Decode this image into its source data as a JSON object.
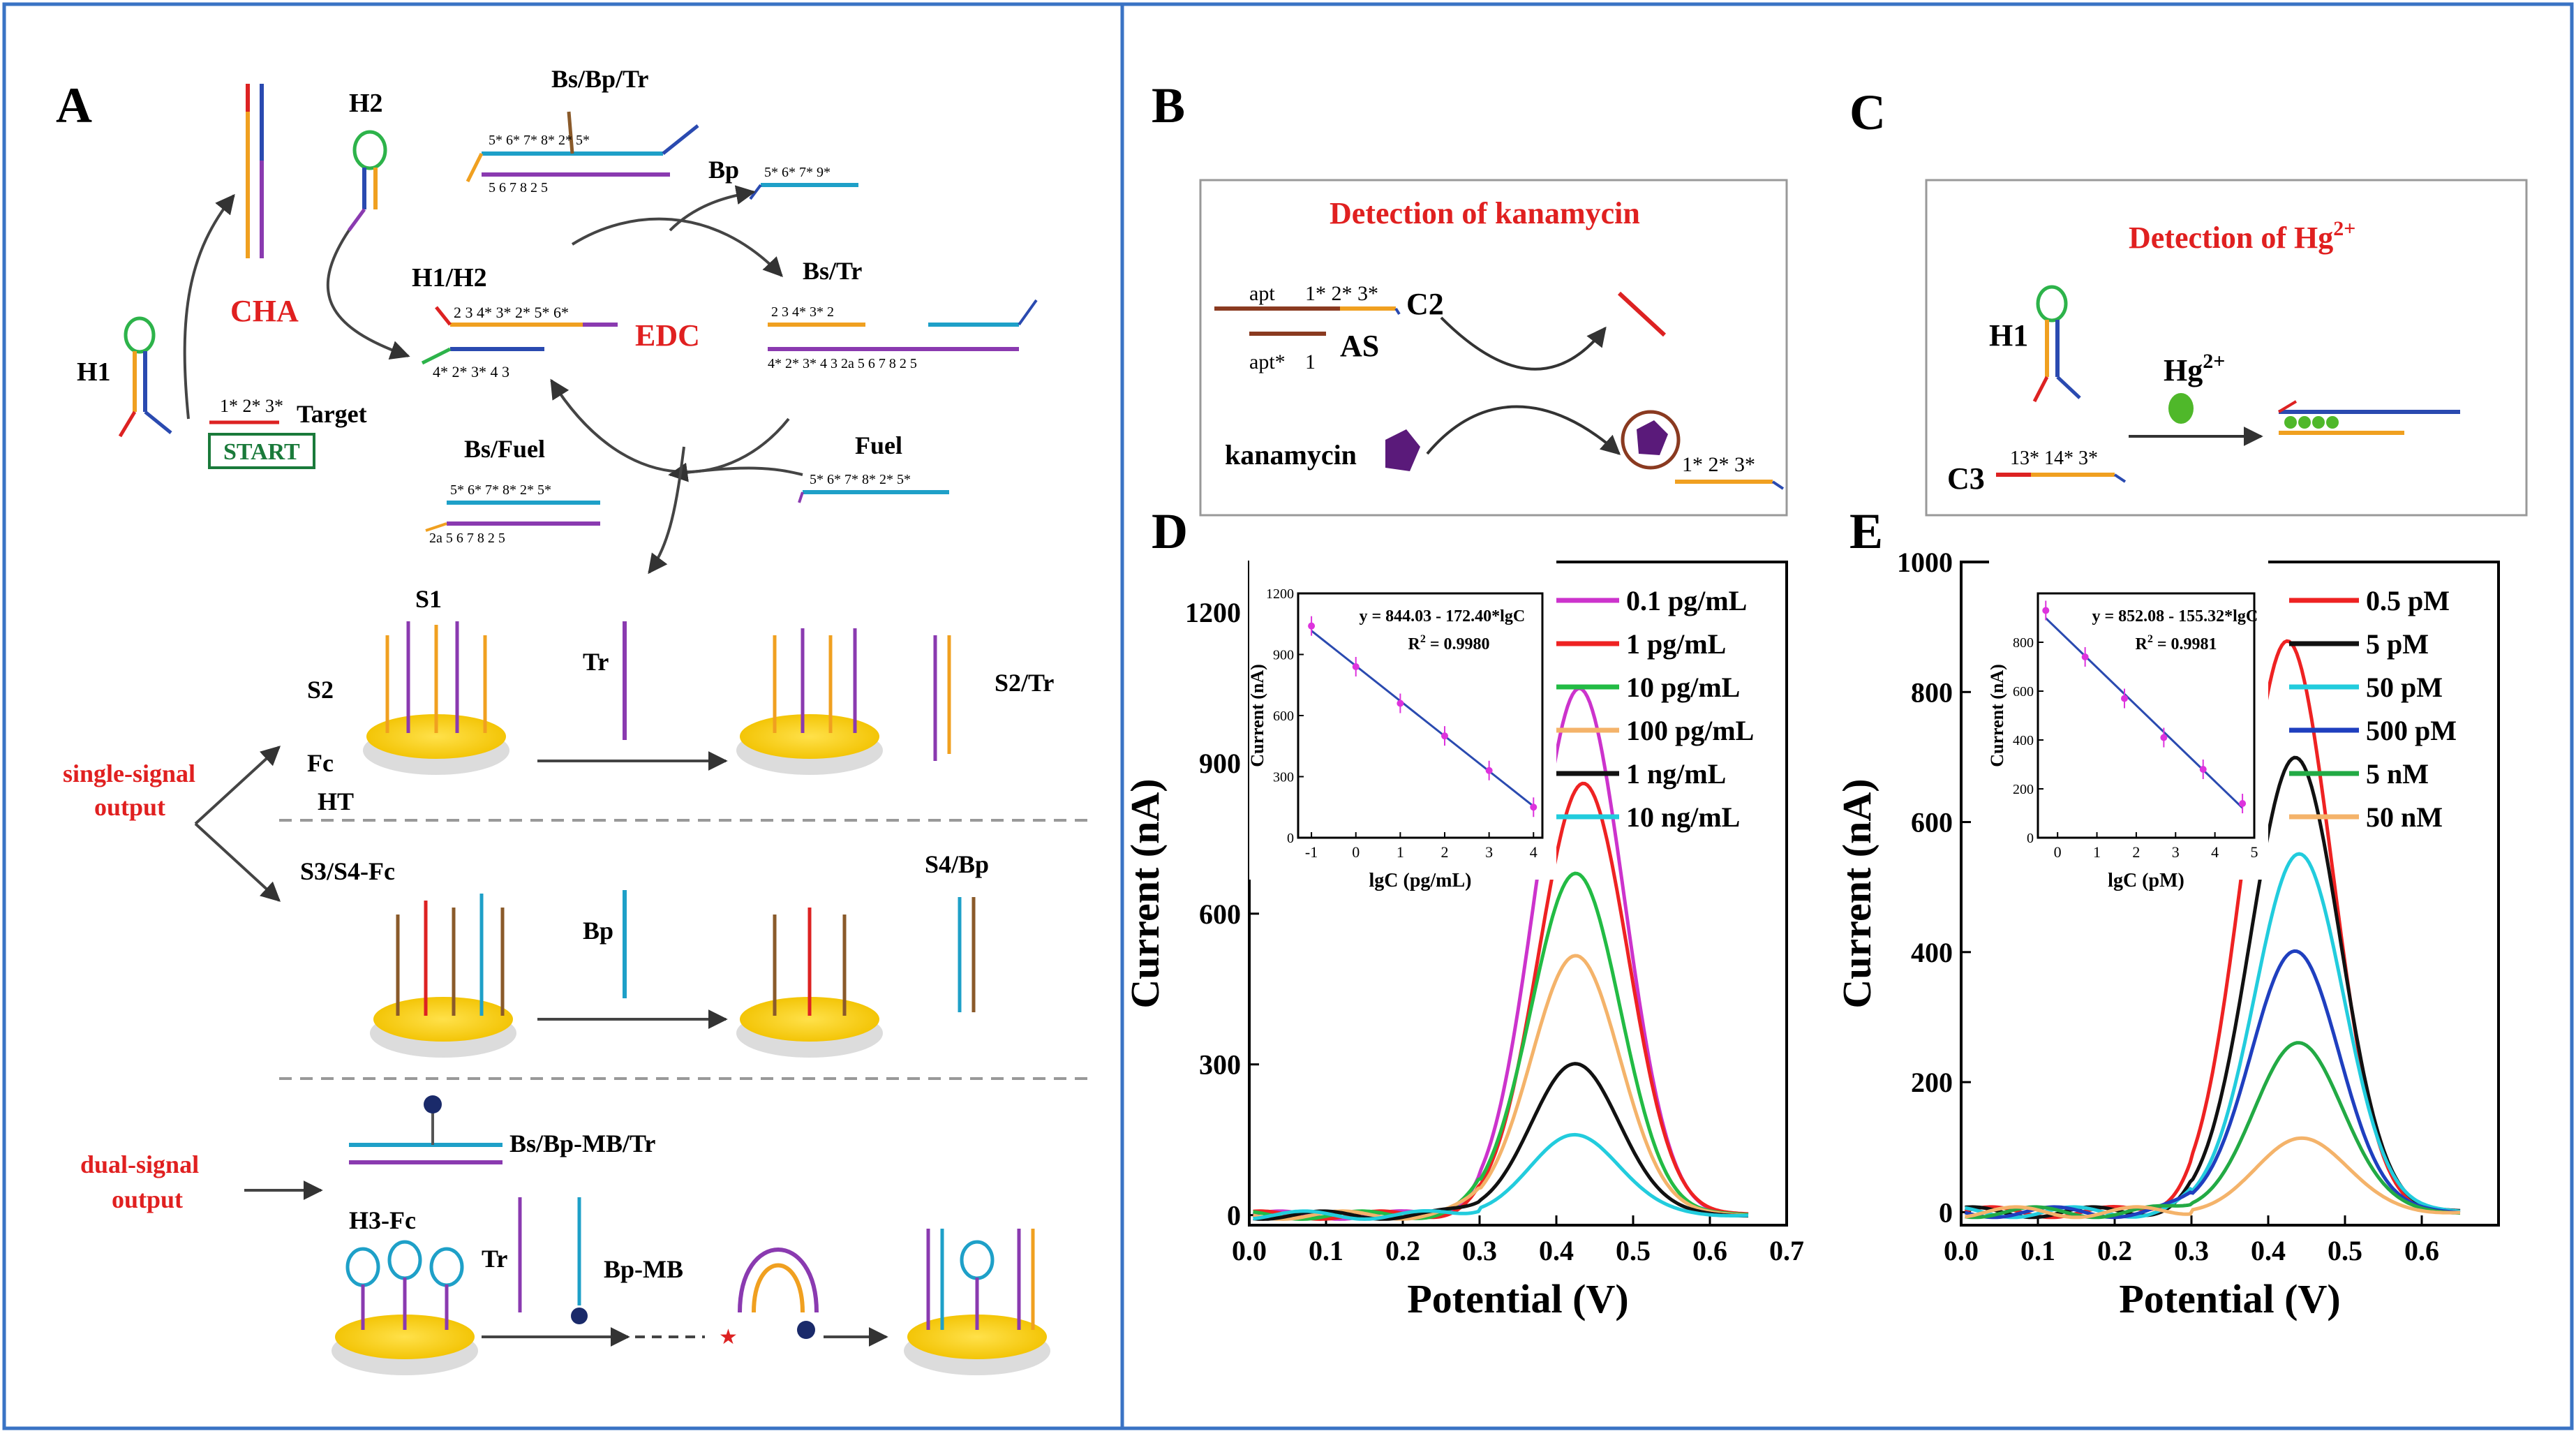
{
  "panel_labels": {
    "A": "A",
    "B": "B",
    "C": "C",
    "D": "D",
    "E": "E"
  },
  "panel_a": {
    "cha": "CHA",
    "edc": "EDC",
    "h1": "H1",
    "h2": "H2",
    "h1h2": "H1/H2",
    "target": "Target",
    "start": "START",
    "bs_bp_tr": "Bs/Bp/Tr",
    "bp": "Bp",
    "bs_tr": "Bs/Tr",
    "bs_fuel": "Bs/Fuel",
    "fuel": "Fuel",
    "single_output_1": "single-signal",
    "single_output_2": "output",
    "dual_output_1": "dual-signal",
    "dual_output_2": "output",
    "s1": "S1",
    "s2": "S2",
    "fc": "Fc",
    "ht": "HT",
    "tr": "Tr",
    "s2tr": "S2/Tr",
    "s3s4fc": "S3/S4-Fc",
    "bp2": "Bp",
    "s4bp": "S4/Bp",
    "bs_bp_mb_tr": "Bs/Bp-MB/Tr",
    "h3fc": "H3-Fc",
    "tr2": "Tr",
    "bp_mb": "Bp-MB",
    "start_seq": "1* 2* 3*",
    "bs_bp_tr_top": "5* 6* 7* 8* 2* 5*",
    "bs_bp_tr_bot": "5 6 7 8 2 5",
    "bp_seq": "5* 6* 7* 9*",
    "bs_tr_top": "2 3 4* 3* 2",
    "bs_tr_bot": "4* 2* 3* 4 3 2a 5 6 7 8 2 5",
    "bs_fuel_top": "5* 6* 7* 8* 2* 5*",
    "bs_fuel_bot": "2a 5 6 7 8 2 5",
    "fuel_seq": "5* 6* 7* 8* 2* 5*",
    "h1h2_top": "2 3 4* 3* 2* 5* 6*",
    "h1h2_bot": "4* 2* 3* 4 3"
  },
  "panel_b": {
    "title": "Detection of kanamycin",
    "c2": "C2",
    "as": "AS",
    "apt": "apt",
    "apt_star": "apt*",
    "one": "1",
    "kanamycin": "kanamycin",
    "c2_seq": "1*  2*  3*",
    "out_seq": "1*  2*  3*"
  },
  "panel_c": {
    "title": "Detection of Hg",
    "title_sup": "2+",
    "h1": "H1",
    "hg": "Hg",
    "hg_sup": "2+",
    "c3": "C3",
    "c3_seq": "13* 14* 3*"
  },
  "chart_data": [
    {
      "type": "line",
      "ylabel": "Current (nA)",
      "xlabel": "Potential (V)",
      "xlim": [
        0.0,
        0.7
      ],
      "ylim": [
        -20,
        1300
      ],
      "xticks": [
        0.0,
        0.1,
        0.2,
        0.3,
        0.4,
        0.5,
        0.6,
        0.7
      ],
      "yticks": [
        0,
        300,
        600,
        900,
        1200
      ],
      "legend_position": "top-right",
      "series": [
        {
          "name": "0.1  pg/mL",
          "color": "#cc33cc",
          "peak_x": 0.43,
          "peak_y": 1050
        },
        {
          "name": "1  pg/mL",
          "color": "#ee2222",
          "peak_x": 0.435,
          "peak_y": 860
        },
        {
          "name": "10  pg/mL",
          "color": "#22bb44",
          "peak_x": 0.425,
          "peak_y": 680
        },
        {
          "name": "100  pg/mL",
          "color": "#f4b36a",
          "peak_x": 0.425,
          "peak_y": 515
        },
        {
          "name": "1  ng/mL",
          "color": "#111111",
          "peak_x": 0.425,
          "peak_y": 300
        },
        {
          "name": "10  ng/mL",
          "color": "#22ccdd",
          "peak_x": 0.425,
          "peak_y": 160
        }
      ],
      "inset": {
        "equation": "y = 844.03 - 172.40*lgC",
        "r2": "R",
        "r2_sup": "2",
        "r2_val": " = 0.9980",
        "xlabel": "lgC (pg/mL)",
        "ylabel": "Current (nA)",
        "xticks": [
          -1,
          0,
          1,
          2,
          3,
          4
        ],
        "yticks": [
          0,
          300,
          600,
          900,
          1200
        ],
        "xlim": [
          -1.3,
          4.2
        ],
        "ylim": [
          0,
          1200
        ],
        "x": [
          -1,
          0,
          1,
          2,
          3,
          4
        ],
        "y": [
          1040,
          840,
          660,
          500,
          330,
          150
        ],
        "fit": [
          844.03,
          -172.4
        ]
      }
    },
    {
      "type": "line",
      "ylabel": "Current (nA)",
      "xlabel": "Potential (V)",
      "xlim": [
        0.0,
        0.7
      ],
      "ylim": [
        -20,
        1000
      ],
      "xticks": [
        0.0,
        0.1,
        0.2,
        0.3,
        0.4,
        0.5,
        0.6
      ],
      "yticks": [
        0,
        200,
        400,
        600,
        800,
        1000
      ],
      "legend_position": "top-right",
      "series": [
        {
          "name": "0.5  pM",
          "color": "#ee2222",
          "peak_x": 0.425,
          "peak_y": 880
        },
        {
          "name": "5    pM",
          "color": "#111111",
          "peak_x": 0.435,
          "peak_y": 700
        },
        {
          "name": "50   pM",
          "color": "#22ccdd",
          "peak_x": 0.44,
          "peak_y": 550
        },
        {
          "name": "500  pM",
          "color": "#1f3fbf",
          "peak_x": 0.435,
          "peak_y": 400
        },
        {
          "name": "5    nM",
          "color": "#22aa44",
          "peak_x": 0.44,
          "peak_y": 260
        },
        {
          "name": "50   nM",
          "color": "#f4b36a",
          "peak_x": 0.445,
          "peak_y": 115
        }
      ],
      "inset": {
        "equation": "y = 852.08 - 155.32*lgC",
        "r2": "R",
        "r2_sup": "2",
        "r2_val": " = 0.9981",
        "xlabel": "lgC (pM)",
        "ylabel": "Current (nA)",
        "xticks": [
          0,
          1,
          2,
          3,
          4,
          5
        ],
        "yticks": [
          0,
          200,
          400,
          600,
          800
        ],
        "xlim": [
          -0.5,
          5
        ],
        "ylim": [
          0,
          1000
        ],
        "x": [
          -0.3,
          0.7,
          1.7,
          2.7,
          3.7,
          4.7
        ],
        "y": [
          930,
          740,
          570,
          410,
          280,
          140
        ],
        "fit": [
          852.08,
          -155.32
        ]
      }
    }
  ]
}
